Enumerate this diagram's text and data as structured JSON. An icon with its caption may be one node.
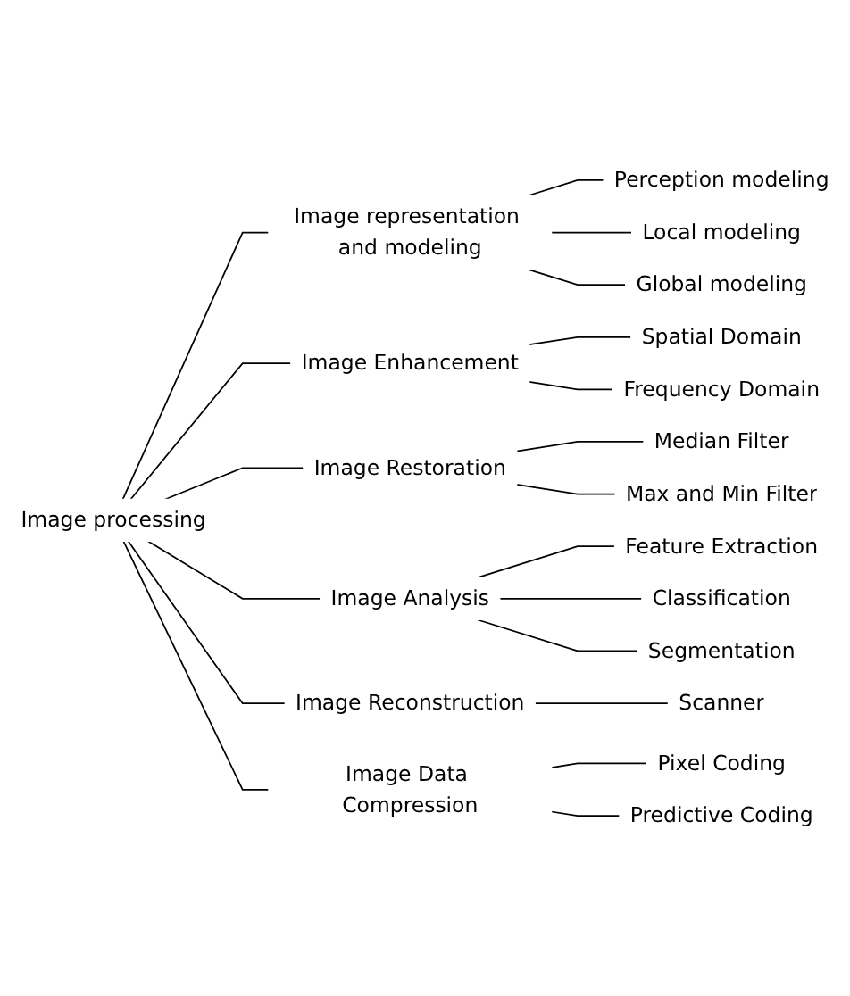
{
  "diagram": {
    "nodes": [
      {
        "text": [
          "Image processing"
        ]
      },
      {
        "text": [
          "Image representation and modeling"
        ]
      },
      {
        "text": [
          "Perception modeling"
        ]
      },
      {
        "text": [
          "Local modeling"
        ]
      },
      {
        "text": [
          "Global modeling"
        ]
      },
      {
        "text": [
          "Image Enhancement"
        ]
      },
      {
        "text": [
          "Spatial Domain"
        ]
      },
      {
        "text": [
          "Frequency Domain"
        ]
      },
      {
        "text": [
          "Image Restoration"
        ]
      },
      {
        "text": [
          "Median Filter"
        ]
      },
      {
        "text": [
          "Max and Min Filter"
        ]
      },
      {
        "text": [
          "Image Analysis"
        ]
      },
      {
        "text": [
          "Feature Extraction"
        ]
      },
      {
        "text": [
          "Classification"
        ]
      },
      {
        "text": [
          "Segmentation"
        ]
      },
      {
        "text": [
          "Image Reconstruction"
        ]
      },
      {
        "text": [
          "Scanner"
        ]
      },
      {
        "text": [
          "Image Data Compression"
        ]
      },
      {
        "text": [
          "Pixel Coding"
        ]
      },
      {
        "text": [
          "Predictive Coding"
        ]
      }
    ],
    "edges": [
      {
        "from": 0,
        "to": 1,
        "arrow": "none"
      },
      {
        "from": 1,
        "to": 2,
        "arrow": "none"
      },
      {
        "from": 1,
        "to": 3,
        "arrow": "none"
      },
      {
        "from": 1,
        "to": 4,
        "arrow": "none"
      },
      {
        "from": 0,
        "to": 5,
        "arrow": "none"
      },
      {
        "from": 5,
        "to": 6,
        "arrow": "none"
      },
      {
        "from": 5,
        "to": 7,
        "arrow": "none"
      },
      {
        "from": 0,
        "to": 8,
        "arrow": "none"
      },
      {
        "from": 8,
        "to": 9,
        "arrow": "none"
      },
      {
        "from": 8,
        "to": 10,
        "arrow": "none"
      },
      {
        "from": 0,
        "to": 11,
        "arrow": "none"
      },
      {
        "from": 11,
        "to": 12,
        "arrow": "none"
      },
      {
        "from": 11,
        "to": 13,
        "arrow": "none"
      },
      {
        "from": 11,
        "to": 14,
        "arrow": "none"
      },
      {
        "from": 0,
        "to": 15,
        "arrow": "none"
      },
      {
        "from": 15,
        "to": 16,
        "arrow": "none"
      },
      {
        "from": 0,
        "to": 17,
        "arrow": "none"
      },
      {
        "from": 17,
        "to": 18,
        "arrow": "none"
      },
      {
        "from": 17,
        "to": 19,
        "arrow": "none"
      }
    ]
  }
}
